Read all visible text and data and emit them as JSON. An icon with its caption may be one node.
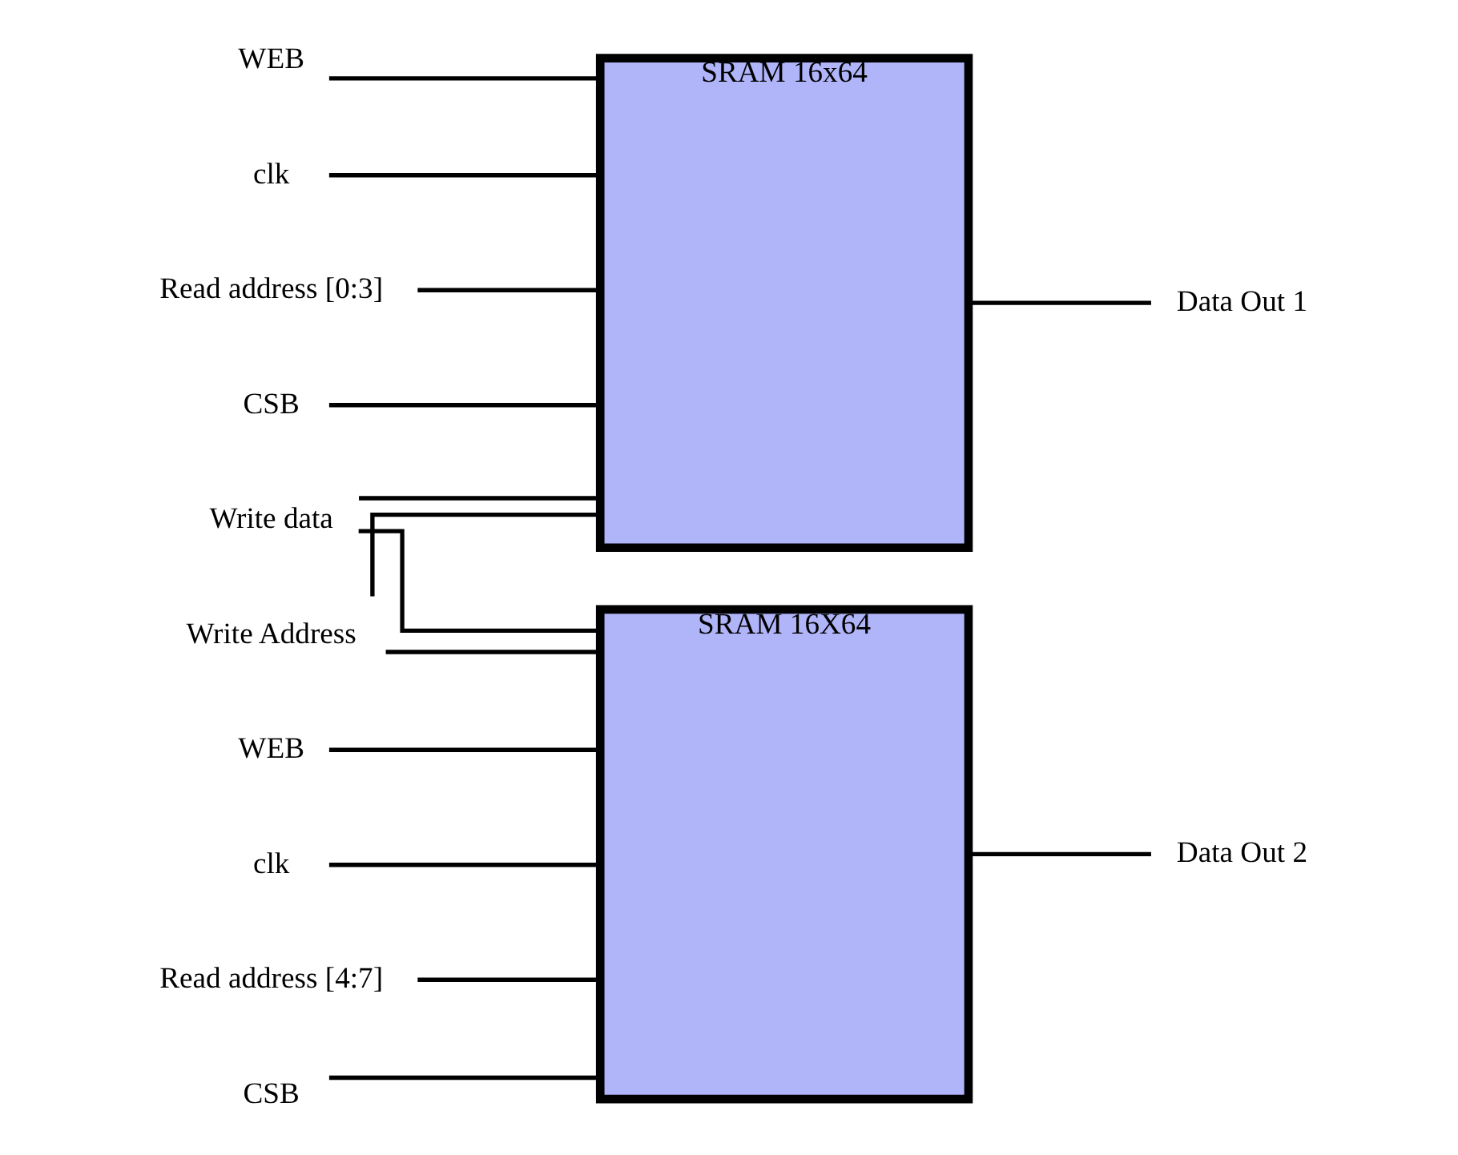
{
  "diagram": {
    "nodes": [
      {
        "text": [
          "SRAM 16x64"
        ]
      },
      {
        "text": [
          "Write data"
        ]
      },
      {
        "text": [
          "Data Out 1"
        ]
      },
      {
        "text": [
          "Write Address"
        ]
      },
      {
        "text": [
          "Read address [0:3]"
        ]
      },
      {
        "text": [
          "CSB"
        ]
      },
      {
        "text": [
          "WEB"
        ]
      },
      {
        "text": [
          "clk"
        ]
      },
      {
        "text": [
          "SRAM 16X64"
        ]
      },
      {
        "text": [
          "Data Out 2"
        ]
      },
      {
        "text": [
          "Read address [4:7]"
        ]
      },
      {
        "text": [
          "CSB"
        ]
      },
      {
        "text": [
          "WEB"
        ]
      },
      {
        "text": [
          "clk"
        ]
      }
    ],
    "edges": [
      {
        "from": 1,
        "to": 0,
        "arrow": "none"
      },
      {
        "from": 1,
        "to": 8,
        "arrow": "none"
      },
      {
        "from": 3,
        "to": 0,
        "arrow": "none"
      },
      {
        "from": 3,
        "to": 8,
        "arrow": "none"
      },
      {
        "from": 4,
        "to": 0,
        "arrow": "none"
      },
      {
        "from": 5,
        "to": 0,
        "arrow": "none"
      },
      {
        "from": 6,
        "to": 0,
        "arrow": "none"
      },
      {
        "from": 7,
        "to": 0,
        "arrow": "none"
      },
      {
        "from": 0,
        "to": 2,
        "arrow": "none"
      },
      {
        "from": 10,
        "to": 8,
        "arrow": "none"
      },
      {
        "from": 11,
        "to": 8,
        "arrow": "none"
      },
      {
        "from": 12,
        "to": 8,
        "arrow": "none"
      },
      {
        "from": 13,
        "to": 8,
        "arrow": "none"
      },
      {
        "from": 8,
        "to": 9,
        "arrow": "none"
      }
    ]
  }
}
